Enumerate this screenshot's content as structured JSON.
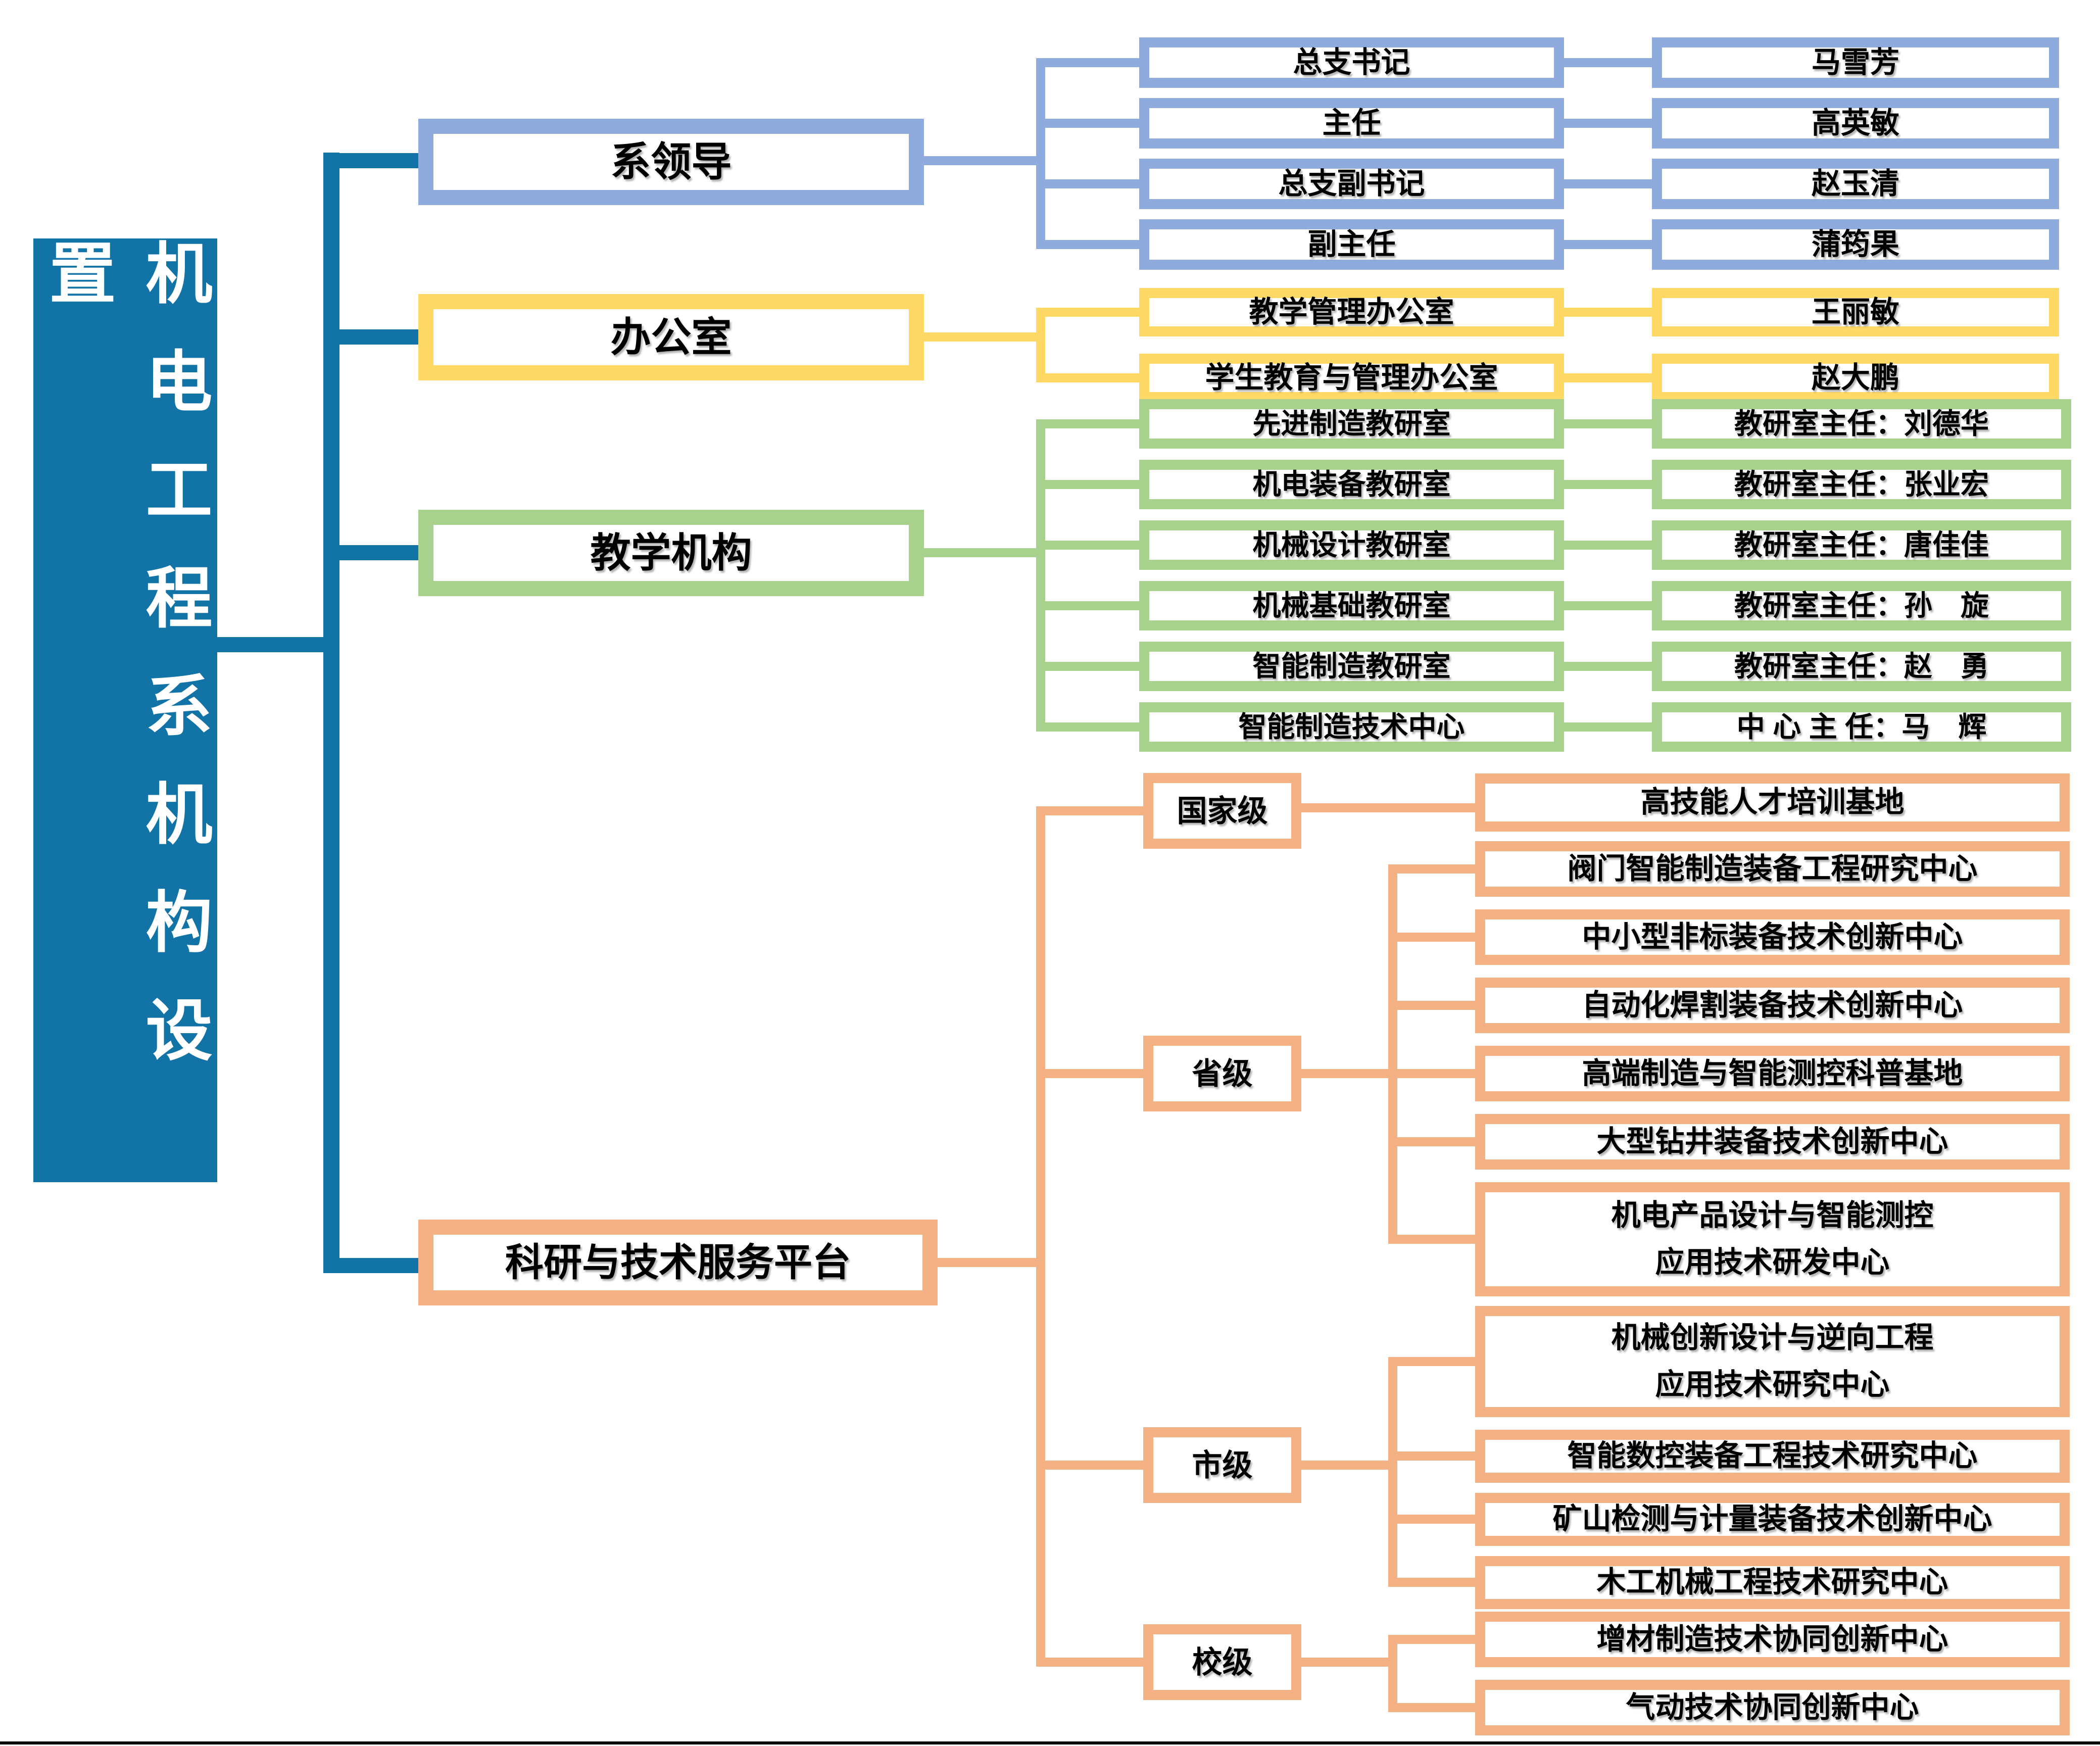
{
  "title": {
    "text": "机电工程系机构设置"
  },
  "colors": {
    "trunk": "#1273A7",
    "leadership": "#8FAADC",
    "office": "#FFD966",
    "teaching": "#A9D18E",
    "research": "#F4B183",
    "bottom_border": "#000000"
  },
  "branches": {
    "leadership": {
      "label": "系领导",
      "rows": [
        {
          "position": "总支书记",
          "name": "马雪芳"
        },
        {
          "position": "主任",
          "name": "高英敏"
        },
        {
          "position": "总支副书记",
          "name": "赵玉清"
        },
        {
          "position": "副主任",
          "name": "蒲筠果"
        }
      ]
    },
    "office": {
      "label": "办公室",
      "rows": [
        {
          "position": "教学管理办公室",
          "name": "王丽敏"
        },
        {
          "position": "学生教育与管理办公室",
          "name": "赵大鹏"
        }
      ]
    },
    "teaching": {
      "label": "教学机构",
      "rows": [
        {
          "position": "先进制造教研室",
          "name": "教研室主任：刘德华"
        },
        {
          "position": "机电装备教研室",
          "name": "教研室主任：张业宏"
        },
        {
          "position": "机械设计教研室",
          "name": "教研室主任：唐佳佳"
        },
        {
          "position": "机械基础教研室",
          "name": "教研室主任：孙　旋"
        },
        {
          "position": "智能制造教研室",
          "name": "教研室主任：赵　勇"
        },
        {
          "position": "智能制造技术中心",
          "name": "中 心 主 任：马　辉"
        }
      ]
    },
    "research": {
      "label": "科研与技术服务平台",
      "groups": [
        {
          "level": "国家级",
          "items": [
            [
              "高技能人才培训基地"
            ]
          ]
        },
        {
          "level": "省级",
          "items": [
            [
              "阀门智能制造装备工程研究中心"
            ],
            [
              "中小型非标装备技术创新中心"
            ],
            [
              "自动化焊割装备技术创新中心"
            ],
            [
              "高端制造与智能测控科普基地"
            ],
            [
              "大型钻井装备技术创新中心"
            ],
            [
              "机电产品设计与智能测控",
              "应用技术研发中心"
            ]
          ]
        },
        {
          "level": "市级",
          "items": [
            [
              "机械创新设计与逆向工程",
              "应用技术研究中心"
            ],
            [
              "智能数控装备工程技术研究中心"
            ],
            [
              "矿山检测与计量装备技术创新中心"
            ],
            [
              "木工机械工程技术研究中心"
            ]
          ]
        },
        {
          "level": "校级",
          "items": [
            [
              "增材制造技术协同创新中心"
            ],
            [
              "气动技术协同创新中心"
            ]
          ]
        }
      ]
    }
  }
}
